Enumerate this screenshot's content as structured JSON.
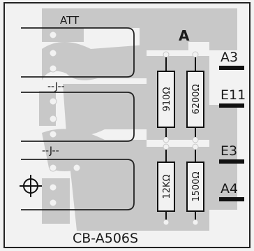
{
  "board": {
    "top_label": "ATT",
    "section_label": "A",
    "jumper_labels": [
      "--J--",
      "--J--"
    ],
    "part_number": "CB-A506S"
  },
  "resistors": [
    {
      "value": "910Ω"
    },
    {
      "value": "6200Ω"
    },
    {
      "value": "12KΩ"
    },
    {
      "value": "1500Ω"
    }
  ],
  "terminals": [
    {
      "label": "A3"
    },
    {
      "label": "E11"
    },
    {
      "label": "E3"
    },
    {
      "label": "A4"
    }
  ],
  "colors": {
    "background": "#f2f2f2",
    "trace": "#c8c8c8",
    "silkscreen": "#1a1a1a"
  }
}
